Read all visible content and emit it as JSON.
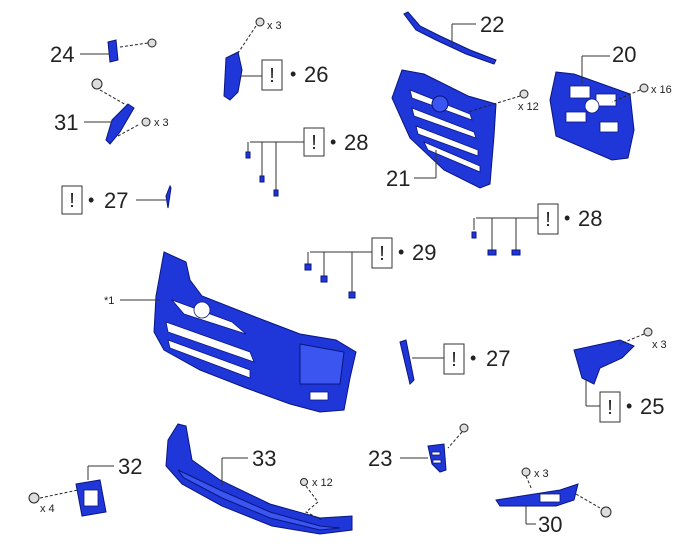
{
  "callouts": {
    "c20": "20",
    "c21": "21",
    "c22": "22",
    "c23": "23",
    "c24": "24",
    "c25": "25",
    "c26": "26",
    "c27a": "27",
    "c27b": "27",
    "c28a": "28",
    "c28b": "28",
    "c29": "29",
    "c30": "30",
    "c31": "31",
    "c32": "32",
    "c33": "33",
    "ref1": "*1"
  },
  "quantities": {
    "q24": "",
    "q26": "x 3",
    "q31": "x 3",
    "q21": "x 12",
    "q20": "x 16",
    "q25": "x 3",
    "q32": "x 4",
    "q33": "x 12",
    "q30": "x 3"
  },
  "symbols": {
    "caution": "!",
    "bullet": "•"
  },
  "colors": {
    "part_blue": "#1f36d8",
    "outline": "#0a1680"
  }
}
